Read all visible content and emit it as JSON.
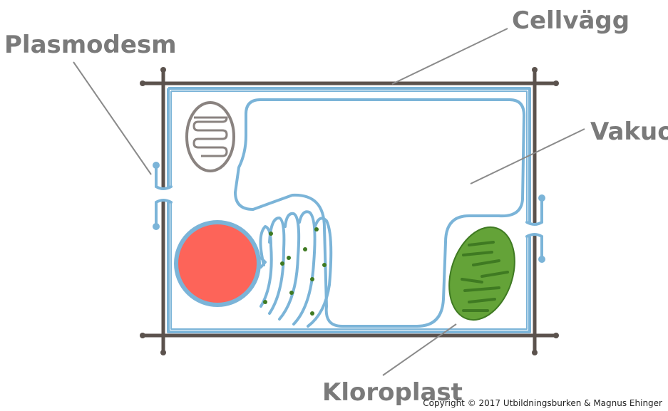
{
  "labels": {
    "cell_wall": "Cellvägg",
    "plasmodesm": "Plasmodesm",
    "vacuole": "Vakuol",
    "chloroplast": "Kloroplast"
  },
  "copyright": "Copyright © 2017 Utbildningsburken & Magnus Ehinger",
  "colors": {
    "wall": "#5b524d",
    "membrane": "#7bb4d8",
    "nucleus": "#fd6459",
    "chloroplast": "#64a338",
    "chloroplast_dark": "#3f7a22",
    "mitochondrion": "#8a8380",
    "label": "#7a7a7a",
    "leader": "#8a8a8a"
  }
}
